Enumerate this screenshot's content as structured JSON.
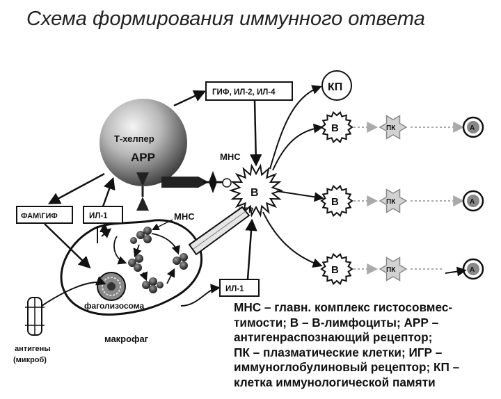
{
  "title": "Схема формирования иммунного ответа",
  "labels": {
    "t_helper": "Т-хелпер",
    "apr": "АРР",
    "mhc_top": "МНС",
    "mhc_mid": "МНС",
    "cytokines": "ГИФ, ИЛ-2, ИЛ-4",
    "kp": "КП",
    "b_center": "В",
    "igr": "ИГР",
    "fam_gif": "ФАМ\\ГИФ",
    "il1_top": "ИЛ-1",
    "il1_bottom": "ИЛ-1",
    "phagolysosome": "фаголизосома",
    "macrophage": "макрофаг",
    "antigens_line1": "антигены",
    "antigens_line2": "(микроб)",
    "b_cells": [
      "В",
      "В",
      "В"
    ],
    "pk_cells": [
      "ПК",
      "ПК",
      "ПК"
    ],
    "antibodies": [
      "А",
      "А",
      "А"
    ]
  },
  "legend": [
    "МНС – главн. комплекс гистосовмес-",
    "тимости; В – В-лимфоциты; АРР –",
    "антигенраспознающий рецептор;",
    "ПК – плазматические клетки; ИГР –",
    "иммуноглобулиновый рецептор; КП –",
    "клетка иммунологической памяти"
  ]
}
